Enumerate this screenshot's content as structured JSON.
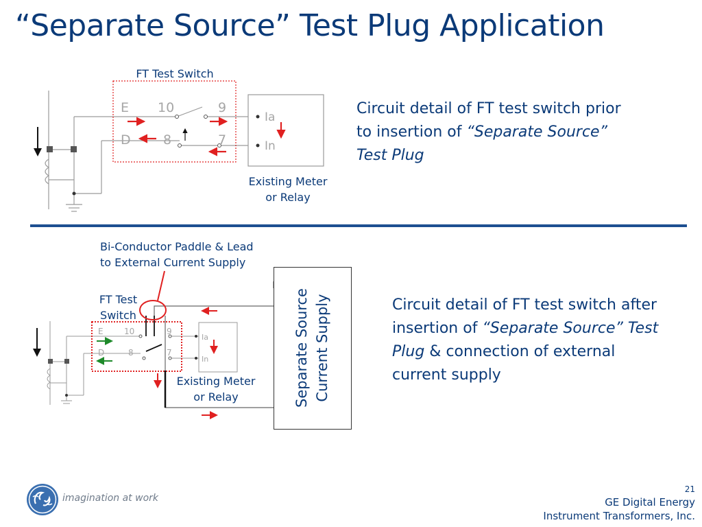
{
  "title": "“Separate Source” Test Plug Application",
  "top_diagram": {
    "ft_label": "FT Test Switch",
    "meter_label_line1": "Existing Meter",
    "meter_label_line2": "or Relay",
    "terminals": {
      "e": "E",
      "d": "D",
      "t10": "10",
      "t9": "9",
      "t8": "8",
      "t7": "7",
      "ia": "Ia",
      "in": "In"
    }
  },
  "top_description": {
    "line1": "Circuit detail of FT test switch prior",
    "line2_prefix": "to insertion of ",
    "line2_italic": "“Separate Source”",
    "line3_italic": "Test Plug"
  },
  "bottom_diagram": {
    "paddle_label_line1": "Bi-Conductor Paddle & Lead",
    "paddle_label_line2": "to External Current Supply",
    "ft_label_line1": "FT Test",
    "ft_label_line2": "Switch",
    "meter_label_line1": "Existing Meter",
    "meter_label_line2": "or Relay",
    "supply_line1": "Separate Source",
    "supply_line2": "Current Supply",
    "terminals": {
      "e": "E",
      "d": "D",
      "t10": "10",
      "t9": "9",
      "t8": "8",
      "t7": "7",
      "ia": "Ia",
      "in": "In"
    }
  },
  "bottom_description": {
    "line1": "Circuit detail of FT test switch after",
    "line2_prefix": "insertion of ",
    "line2_italic": "“Separate Source”",
    "line2_suffix_italic": " Test",
    "line3_italic": "Plug",
    "line3_suffix": " & connection of external",
    "line4": "current supply"
  },
  "footer": {
    "tagline": "imagination at work",
    "slide_number": "21",
    "company_line1": "GE Digital Energy",
    "company_line2": "Instrument Transformers, Inc."
  },
  "colors": {
    "text": "#0b3a78",
    "divider": "#1d4f91",
    "red_arrow": "#e02020",
    "green_arrow": "#1e8a2a",
    "wire": "#9a9a9a"
  }
}
